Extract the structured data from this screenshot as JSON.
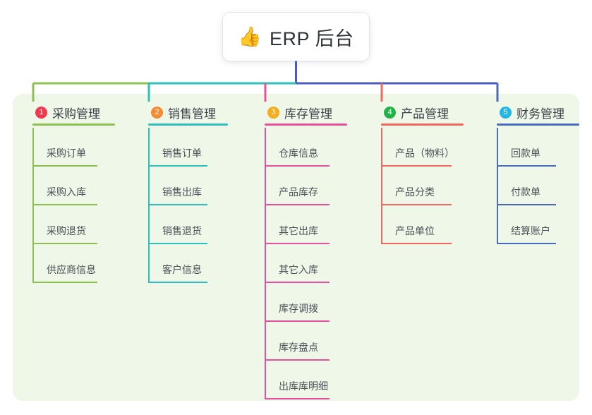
{
  "root": {
    "icon": "thumbs-up-emoji",
    "emoji": "👍",
    "title": "ERP 后台"
  },
  "palette": {
    "panel_bg": "#eef7e8",
    "page_bg": "#ffffff",
    "stem": "#4a5ac0",
    "text": "#4a5057",
    "head_text": "#3a4046"
  },
  "columns": [
    {
      "number": "1",
      "label": "采购管理",
      "badge_color": "#f0394d",
      "line_color": "#8cc152",
      "drop_color": "#8cc152",
      "items": [
        {
          "label": "采购订单"
        },
        {
          "label": "采购入库"
        },
        {
          "label": "采购退货"
        },
        {
          "label": "供应商信息"
        }
      ]
    },
    {
      "number": "2",
      "label": "销售管理",
      "badge_color": "#f58c35",
      "line_color": "#2ebfbb",
      "drop_color": "#2ebfbb",
      "items": [
        {
          "label": "销售订单"
        },
        {
          "label": "销售出库"
        },
        {
          "label": "销售退货"
        },
        {
          "label": "客户信息"
        }
      ]
    },
    {
      "number": "3",
      "label": "库存管理",
      "badge_color": "#f5ad1d",
      "line_color": "#e8509b",
      "drop_color": "#e8509b",
      "items": [
        {
          "label": "仓库信息"
        },
        {
          "label": "产品库存"
        },
        {
          "label": "其它出库"
        },
        {
          "label": "其它入库"
        },
        {
          "label": "库存调拨"
        },
        {
          "label": "库存盘点"
        },
        {
          "label": "出库库明细"
        }
      ]
    },
    {
      "number": "4",
      "label": "产品管理",
      "badge_color": "#21b34a",
      "line_color": "#f4675f",
      "drop_color": "#f4675f",
      "items": [
        {
          "label": "产品（物料）"
        },
        {
          "label": "产品分类"
        },
        {
          "label": "产品单位"
        }
      ]
    },
    {
      "number": "5",
      "label": "财务管理",
      "badge_color": "#22b8e6",
      "line_color": "#4a6ac0",
      "drop_color": "#4a6ac0",
      "items": [
        {
          "label": "回款单"
        },
        {
          "label": "付款单"
        },
        {
          "label": "结算账户"
        }
      ]
    }
  ]
}
